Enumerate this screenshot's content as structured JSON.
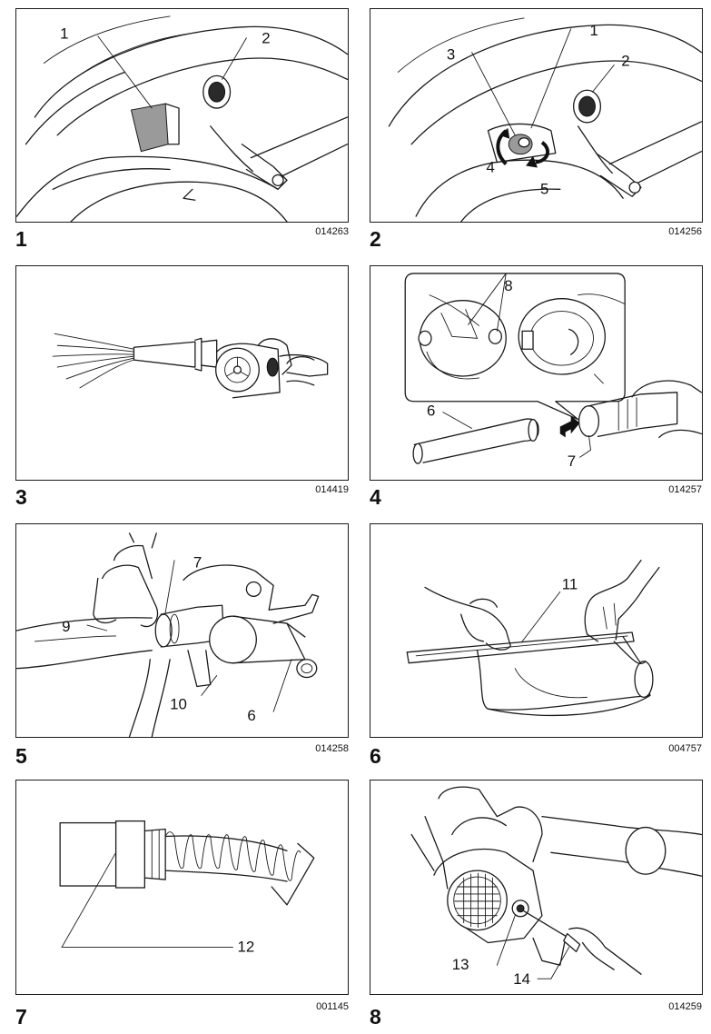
{
  "figures": [
    {
      "number": "1",
      "code": "014263",
      "callouts": [
        "1",
        "2"
      ]
    },
    {
      "number": "2",
      "code": "014256",
      "callouts": [
        "1",
        "2",
        "3",
        "4",
        "5"
      ]
    },
    {
      "number": "3",
      "code": "014419",
      "callouts": []
    },
    {
      "number": "4",
      "code": "014257",
      "callouts": [
        "6",
        "7",
        "8"
      ]
    },
    {
      "number": "5",
      "code": "014258",
      "callouts": [
        "6",
        "7",
        "9",
        "10"
      ]
    },
    {
      "number": "6",
      "code": "004757",
      "callouts": [
        "11"
      ]
    },
    {
      "number": "7",
      "code": "001145",
      "callouts": [
        "12"
      ]
    },
    {
      "number": "8",
      "code": "014259",
      "callouts": [
        "13",
        "14"
      ]
    }
  ]
}
